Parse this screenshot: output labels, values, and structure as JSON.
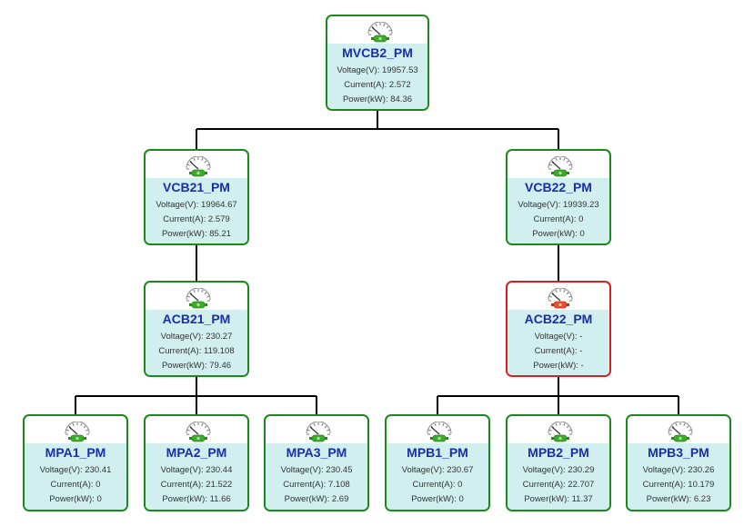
{
  "labels": {
    "voltage": "Voltage(V)",
    "current": "Current(A)",
    "power": "Power(kW)"
  },
  "colors": {
    "ok_border": "#1a8a1a",
    "fault_border": "#d42020",
    "panel": "#d2efef",
    "name": "#1a2ea8",
    "wire": "#000000"
  },
  "icons": {
    "meter_ok": "gauge-green-icon",
    "meter_fault": "gauge-red-icon"
  },
  "nodes": {
    "mvcb2": {
      "name": "MVCB2_PM",
      "status": "ok",
      "voltage": "19957.53",
      "current": "2.572",
      "power": "84.36"
    },
    "vcb21": {
      "name": "VCB21_PM",
      "status": "ok",
      "voltage": "19964.67",
      "current": "2.579",
      "power": "85.21"
    },
    "vcb22": {
      "name": "VCB22_PM",
      "status": "ok",
      "voltage": "19939.23",
      "current": "0",
      "power": "0"
    },
    "acb21": {
      "name": "ACB21_PM",
      "status": "ok",
      "voltage": "230.27",
      "current": "119.108",
      "power": "79.46"
    },
    "acb22": {
      "name": "ACB22_PM",
      "status": "fault",
      "voltage": "-",
      "current": "-",
      "power": "-"
    },
    "mpa1": {
      "name": "MPA1_PM",
      "status": "ok",
      "voltage": "230.41",
      "current": "0",
      "power": "0"
    },
    "mpa2": {
      "name": "MPA2_PM",
      "status": "ok",
      "voltage": "230.44",
      "current": "21.522",
      "power": "11.66"
    },
    "mpa3": {
      "name": "MPA3_PM",
      "status": "ok",
      "voltage": "230.45",
      "current": "7.108",
      "power": "2.69"
    },
    "mpb1": {
      "name": "MPB1_PM",
      "status": "ok",
      "voltage": "230.67",
      "current": "0",
      "power": "0"
    },
    "mpb2": {
      "name": "MPB2_PM",
      "status": "ok",
      "voltage": "230.29",
      "current": "22.707",
      "power": "11.37"
    },
    "mpb3": {
      "name": "MPB3_PM",
      "status": "ok",
      "voltage": "230.26",
      "current": "10.179",
      "power": "6.23"
    }
  }
}
